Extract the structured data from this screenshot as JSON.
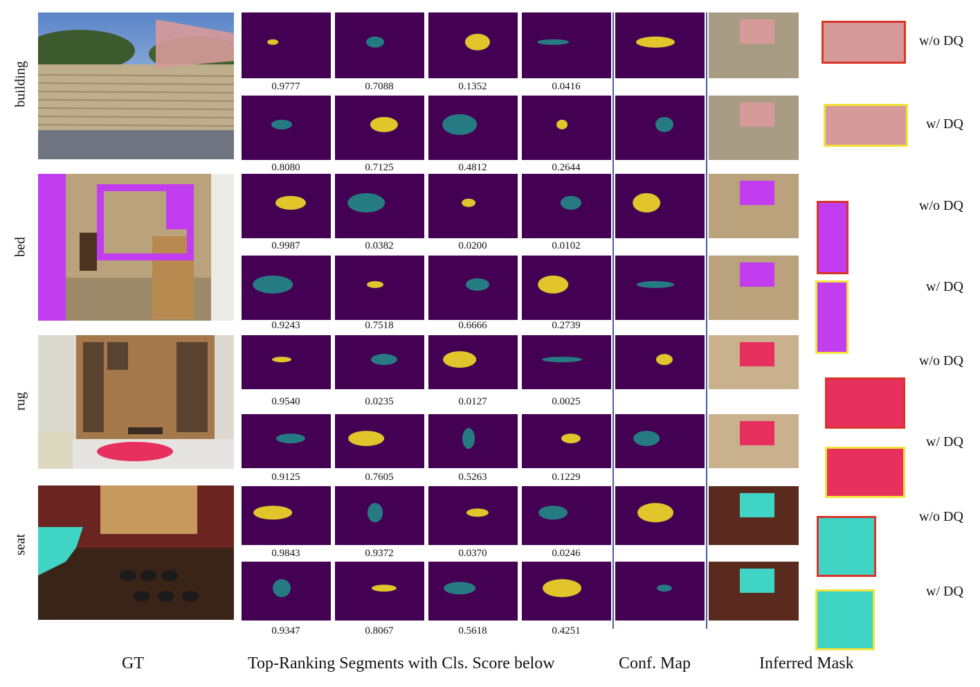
{
  "categories": [
    "building",
    "bed",
    "rug",
    "seat"
  ],
  "rows": [
    {
      "category": "building",
      "variant": "w/o DQ",
      "scores": [
        "0.9777",
        "0.7088",
        "0.1352",
        "0.0416"
      ],
      "zoom": "red"
    },
    {
      "category": "building",
      "variant": "w/ DQ",
      "scores": [
        "0.8080",
        "0.7125",
        "0.4812",
        "0.2644"
      ],
      "zoom": "yellow"
    },
    {
      "category": "bed",
      "variant": "w/o DQ",
      "scores": [
        "0.9987",
        "0.0382",
        "0.0200",
        "0.0102"
      ],
      "zoom": "red"
    },
    {
      "category": "bed",
      "variant": "w/ DQ",
      "scores": [
        "0.9243",
        "0.7518",
        "0.6666",
        "0.2739"
      ],
      "zoom": "yellow"
    },
    {
      "category": "rug",
      "variant": "w/o DQ",
      "scores": [
        "0.9540",
        "0.0235",
        "0.0127",
        "0.0025"
      ],
      "zoom": "red"
    },
    {
      "category": "rug",
      "variant": "w/ DQ",
      "scores": [
        "0.9125",
        "0.7605",
        "0.5263",
        "0.1229"
      ],
      "zoom": "yellow"
    },
    {
      "category": "seat",
      "variant": "w/o DQ",
      "scores": [
        "0.9843",
        "0.9372",
        "0.0370",
        "0.0246"
      ],
      "zoom": "red"
    },
    {
      "category": "seat",
      "variant": "w/ DQ",
      "scores": [
        "0.9347",
        "0.8067",
        "0.5618",
        "0.4251"
      ],
      "zoom": "yellow"
    }
  ],
  "captions": {
    "gt": "GT",
    "segments": "Top-Ranking Segments with Cls. Score below",
    "conf": "Conf. Map",
    "mask": "Inferred Mask"
  },
  "colors": {
    "heatmap_bg": "#440154",
    "heatmap_hi": "#fde725",
    "heatmap_mid": "#21918c",
    "zoom_red": "#d9342b",
    "zoom_yellow": "#f2e33b",
    "mask_building": "#d79a9a",
    "mask_bed": "#c23cf0",
    "mask_rug": "#e8305f",
    "mask_seat": "#3fd4c4",
    "separator": "#4a5d9c"
  }
}
